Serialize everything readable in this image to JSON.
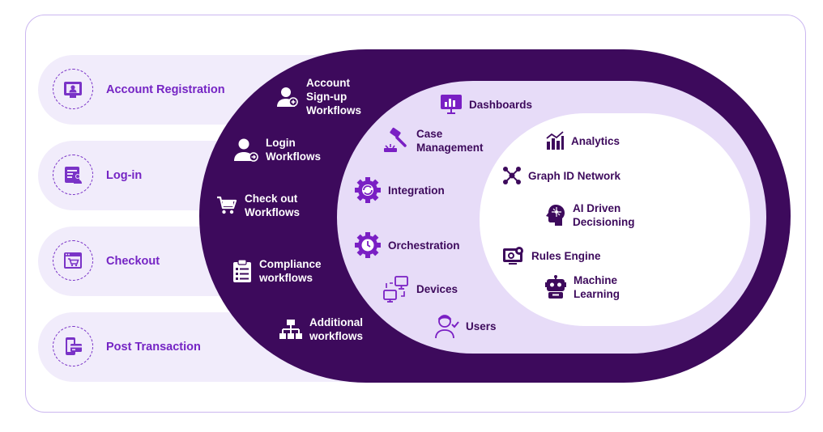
{
  "steps": [
    {
      "label": "Account Registration",
      "icon": "registration-icon"
    },
    {
      "label": "Log-in",
      "icon": "login-form-icon"
    },
    {
      "label": "Checkout",
      "icon": "cart-window-icon"
    },
    {
      "label": "Post Transaction",
      "icon": "card-phone-icon"
    }
  ],
  "workflows": [
    {
      "line1": "Account",
      "line2": "Sign-up",
      "line3": "Workflows",
      "icon": "user-add-icon"
    },
    {
      "line1": "Login",
      "line2": "Workflows",
      "icon": "user-login-icon"
    },
    {
      "line1": "Check out",
      "line2": "Workflows",
      "icon": "cart-icon"
    },
    {
      "line1": "Compliance",
      "line2": "workflows",
      "icon": "clipboard-icon"
    },
    {
      "line1": "Additional",
      "line2": "workflows",
      "icon": "hierarchy-icon"
    }
  ],
  "platform": [
    {
      "label": "Dashboards",
      "icon": "dashboard-icon"
    },
    {
      "line1": "Case",
      "line2": "Management",
      "icon": "gavel-icon"
    },
    {
      "label": "Integration",
      "icon": "integration-gear-icon"
    },
    {
      "label": "Orchestration",
      "icon": "orchestration-gear-icon"
    },
    {
      "label": "Devices",
      "icon": "devices-icon"
    },
    {
      "label": "Users",
      "icon": "user-check-icon"
    }
  ],
  "core": [
    {
      "label": "Analytics",
      "icon": "analytics-icon"
    },
    {
      "label": "Graph ID Network",
      "icon": "network-icon"
    },
    {
      "line1": "AI Driven",
      "line2": "Decisioning",
      "icon": "ai-head-icon"
    },
    {
      "label": "Rules Engine",
      "icon": "rules-engine-icon"
    },
    {
      "line1": "Machine",
      "line2": "Learning",
      "icon": "robot-icon"
    }
  ]
}
